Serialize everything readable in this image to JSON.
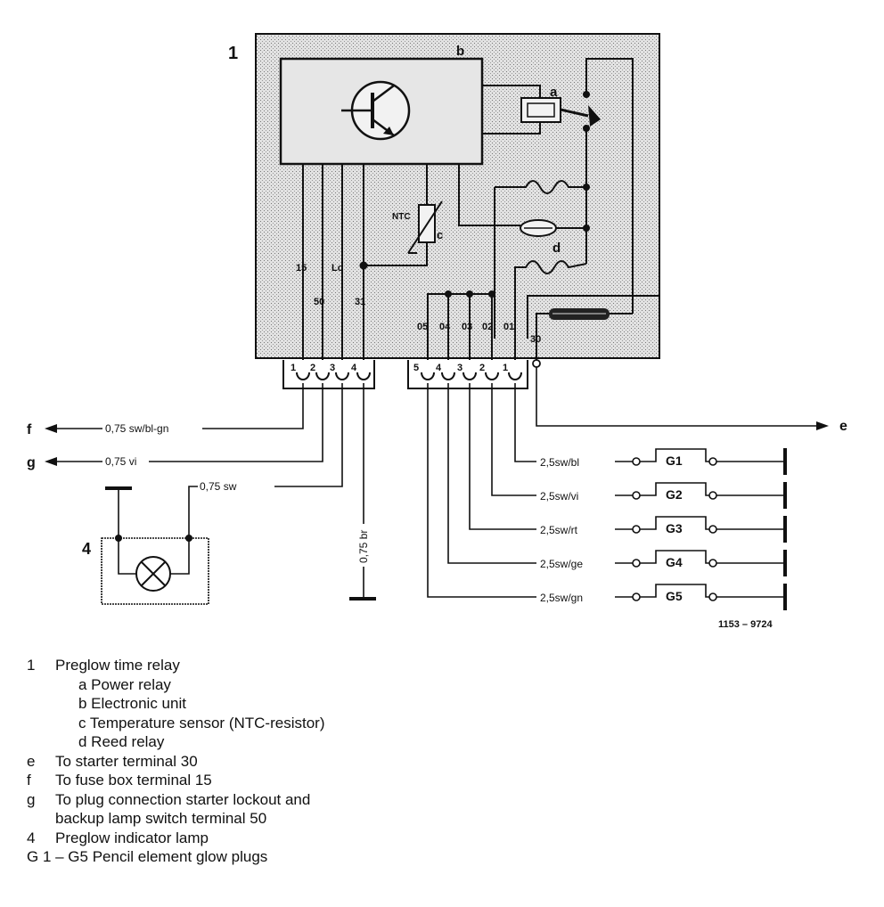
{
  "diagram": {
    "relay_number": "1",
    "lamp_number": "4",
    "relay_labels": {
      "b": "b",
      "a": "a",
      "c": "c",
      "d": "d",
      "ntc": "NTC"
    },
    "relay_terminals": {
      "t15": "15",
      "t50": "50",
      "tlo": "Lo",
      "t31": "31",
      "t05": "05",
      "t04": "04",
      "t03": "03",
      "t02": "02",
      "t01": "01",
      "t30": "30"
    },
    "pins_left": [
      "1",
      "2",
      "3",
      "4"
    ],
    "pins_right": [
      "5",
      "4",
      "3",
      "2",
      "1"
    ],
    "wires": {
      "f": "0,75 sw/bl-gn",
      "g": "0,75 vi",
      "lamp": "0,75 sw",
      "ground": "0,75 br"
    },
    "ends": {
      "f": "f",
      "g": "g",
      "e": "e"
    },
    "glow_plugs": [
      {
        "wire": "2,5sw/bl",
        "label": "G1"
      },
      {
        "wire": "2,5sw/vi",
        "label": "G2"
      },
      {
        "wire": "2,5sw/rt",
        "label": "G3"
      },
      {
        "wire": "2,5sw/ge",
        "label": "G4"
      },
      {
        "wire": "2,5sw/gn",
        "label": "G5"
      }
    ],
    "figure_code": "1153 – 9724"
  },
  "legend": {
    "items": [
      {
        "key": "1",
        "text": "Preglow time relay"
      },
      {
        "key": "",
        "text": "a  Power relay"
      },
      {
        "key": "",
        "text": "b  Electronic unit"
      },
      {
        "key": "",
        "text": "c  Temperature sensor (NTC-resistor)"
      },
      {
        "key": "",
        "text": "d  Reed relay"
      },
      {
        "key": "e",
        "text": "To starter terminal 30"
      },
      {
        "key": "f",
        "text": "To fuse box terminal 15"
      },
      {
        "key": "g",
        "text": "To plug connection starter lockout and"
      },
      {
        "key": "",
        "text": "backup lamp switch terminal 50"
      },
      {
        "key": "4",
        "text": "Preglow indicator lamp"
      },
      {
        "key": "G 1 – G5",
        "text": "Pencil element glow plugs"
      }
    ]
  },
  "colors": {
    "ink": "#111111",
    "box_fill": "#cfcfcf",
    "paper": "#ffffff"
  }
}
